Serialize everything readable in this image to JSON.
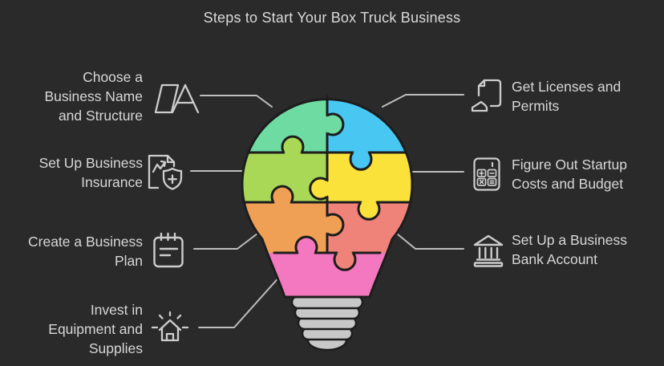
{
  "title": "Steps to Start Your Box Truck Business",
  "steps": {
    "left": [
      {
        "label": "Choose a\nBusiness Name\nand Structure",
        "icon": "rename-icon"
      },
      {
        "label": "Set Up Business\nInsurance",
        "icon": "insurance-shield-icon"
      },
      {
        "label": "Create a Business\nPlan",
        "icon": "notepad-icon"
      },
      {
        "label": "Invest in\nEquipment and\nSupplies",
        "icon": "house-shine-icon"
      }
    ],
    "right": [
      {
        "label": "Get Licenses and\nPermits",
        "icon": "license-stamp-icon"
      },
      {
        "label": "Figure Out Startup\nCosts and Budget",
        "icon": "calculator-icon"
      },
      {
        "label": "Set Up a Business\nBank Account",
        "icon": "bank-icon"
      }
    ]
  },
  "colors": {
    "background": "#2a2a2a",
    "text": "#d7d7d7",
    "connector": "#bdbdbd",
    "icon": "#cdcdcd",
    "outline": "#1d1d1d",
    "puzzle": {
      "green": "#6edca2",
      "blue": "#47c7f2",
      "lime": "#a8d856",
      "yellow": "#fbe23b",
      "orange": "#f0a055",
      "salmon": "#ef8279",
      "pink": "#f478c0"
    },
    "bulb_base": "#c8c8c8"
  }
}
